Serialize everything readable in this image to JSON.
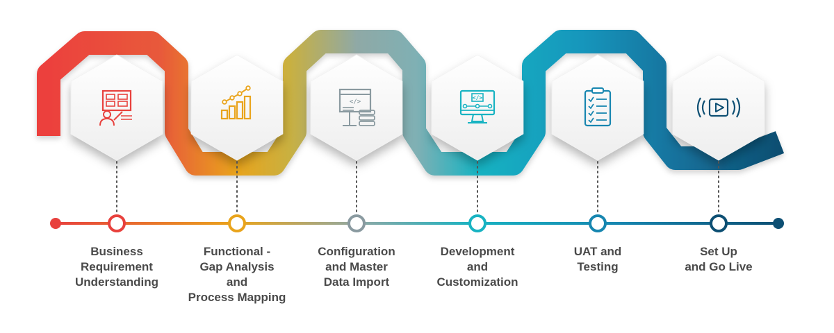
{
  "colors": {
    "red": "#e8413d",
    "orange": "#f08a2c",
    "yellow": "#e9a41c",
    "gray_teal": "#8fa9a6",
    "teal": "#18b3c2",
    "blue": "#1786b0",
    "navy": "#0d4f73",
    "icon_red": "#e8413d",
    "icon_orange": "#e9a41c",
    "icon_gray": "#5f6f75",
    "icon_teal": "#18b3c2",
    "icon_blue": "#1786b0",
    "icon_navy": "#0d4f73",
    "label_text": "#4a4a4a"
  },
  "steps": [
    {
      "id": "s1",
      "label": "Business\nRequirement\nUnderstanding",
      "icon": "presentation-board-icon",
      "color": "#e8413d"
    },
    {
      "id": "s2",
      "label": "Functional -\nGap Analysis\nand\nProcess Mapping",
      "icon": "growth-chart-icon",
      "color": "#e9a41c"
    },
    {
      "id": "s3",
      "label": "Configuration\nand Master\nData Import",
      "icon": "server-code-icon",
      "color": "#8a9aa0"
    },
    {
      "id": "s4",
      "label": "Development\nand\nCustomization",
      "icon": "monitor-code-icon",
      "color": "#18b3c2"
    },
    {
      "id": "s5",
      "label": "UAT and\nTesting",
      "icon": "checklist-clipboard-icon",
      "color": "#1786b0"
    },
    {
      "id": "s6",
      "label": "Set Up\nand Go Live",
      "icon": "video-play-icon",
      "color": "#0d4f73"
    }
  ]
}
